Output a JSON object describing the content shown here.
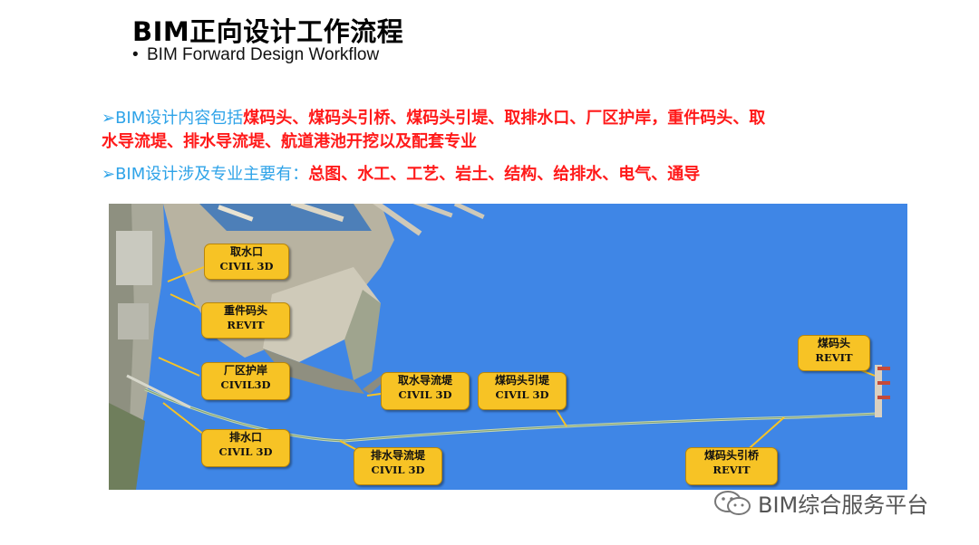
{
  "slide": {
    "title": "BIM正向设计工作流程",
    "subtitle_bullet": "•",
    "subtitle": "BIM Forward Design Workflow",
    "line1_prefix": "➢BIM设计内容包括",
    "line1_red": "煤码头、煤码头引桥、煤码头引堤、取排水口、厂区护岸，重件码头、取",
    "line2_red": "水导流堤、排水导流堤、航道港池开挖以及配套专业",
    "line3_prefix": "➢BIM设计涉及专业主要有：",
    "line3_red": "总图、水工、工艺、岩土、结构、给排水、电气、通导"
  },
  "callouts": [
    {
      "name": "取水口",
      "software": "CIVIL 3D"
    },
    {
      "name": "重件码头",
      "software": "REVIT"
    },
    {
      "name": "厂区护岸",
      "software": "CIVIL3D"
    },
    {
      "name": "排水口",
      "software": "CIVIL 3D"
    },
    {
      "name": "取水导流堤",
      "software": "CIVIL 3D"
    },
    {
      "name": "煤码头引堤",
      "software": "CIVIL 3D"
    },
    {
      "name": "排水导流堤",
      "software": "CIVIL 3D"
    },
    {
      "name": "煤码头引桥",
      "software": "REVIT"
    },
    {
      "name": "煤码头",
      "software": "REVIT"
    }
  ],
  "watermark": {
    "text": "BIM综合服务平台",
    "icon": "wechat-icon"
  },
  "colors": {
    "sea": "#3f86e6",
    "callout": "#f7c325",
    "highlight_red": "#ff1a1a",
    "prefix_blue": "#2ea3e8"
  }
}
